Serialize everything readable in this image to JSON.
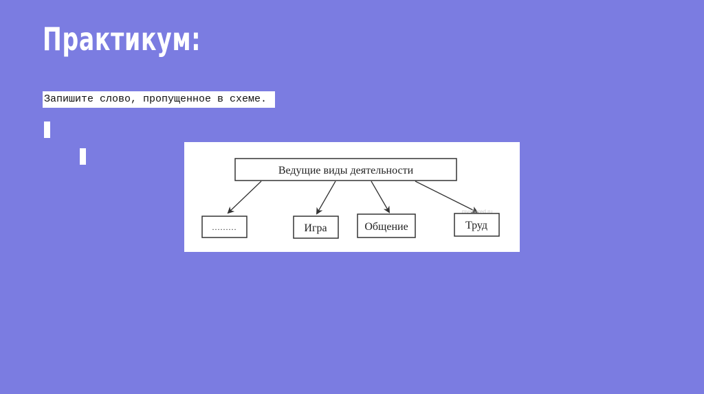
{
  "slide": {
    "title": "Практикум:",
    "instruction": "Запишите слово, пропущенное в схеме."
  },
  "diagram": {
    "root": "Ведущие виды деятельности",
    "children": [
      "………",
      "Игра",
      "Общение",
      "Труд"
    ],
    "watermark": "myshared.ru"
  },
  "colors": {
    "background": "#7b7ce1",
    "diagram_background": "#ffffff",
    "box_stroke": "#333333"
  }
}
